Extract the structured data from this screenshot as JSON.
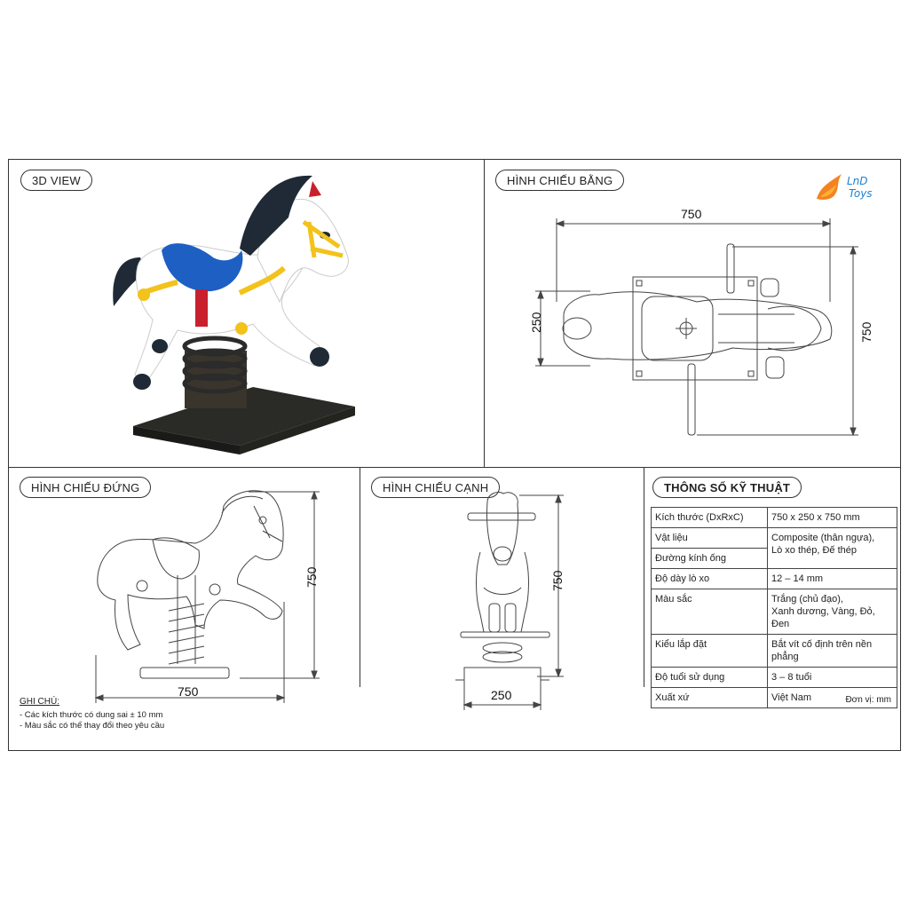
{
  "panels": {
    "view3d": "3D VIEW",
    "top_view": "HÌNH CHIẾU BẰNG",
    "front_view": "HÌNH CHIẾU ĐỨNG",
    "side_view": "HÌNH CHIẾU CẠNH",
    "spec_title": "THÔNG SỐ KỸ THUẬT"
  },
  "logo": {
    "line1": "LnD",
    "line2": "Toys",
    "icon": "flame-logo-icon",
    "color": "#f58220"
  },
  "dimensions": {
    "top_width": "750",
    "top_height": "250",
    "top_length": "750",
    "front_height": "750",
    "front_width": "750",
    "side_height": "750",
    "side_width": "250"
  },
  "notes": {
    "title": "GHI CHÚ:",
    "items": [
      "- Các kích thước có dung sai ± 10 mm",
      "- Màu sắc có thể thay đổi theo yêu cầu"
    ]
  },
  "specs": [
    {
      "key": "Kích thước (DxRxC)",
      "value": "750 x 250 x 750 mm"
    },
    {
      "key": "Vật liệu",
      "value": "Composite (thân ngựa),"
    },
    {
      "key": "Đường kính ống",
      "value": "Lò xo thép, Đế thép"
    },
    {
      "key": "Độ dày lò xo",
      "value": "12 – 14 mm"
    },
    {
      "key": "Màu sắc",
      "value": "Trắng (chủ đạo),",
      "value2": "Xanh dương, Vàng, Đỏ, Đen"
    },
    {
      "key": "Kiểu lắp đặt",
      "value": "Bắt vít cố định trên nền phẳng"
    },
    {
      "key": "Độ tuổi sử dụng",
      "value": "3 – 8 tuổi"
    },
    {
      "key": "Xuất xứ",
      "value": "Việt Nam"
    }
  ],
  "unit": "Đơn vị: mm",
  "colors": {
    "body": "#ffffff",
    "mane": "#1f2a36",
    "saddle": "#1e5fc4",
    "strap": "#f3c21b",
    "red": "#c8202c",
    "base": "#2b2b2b"
  }
}
